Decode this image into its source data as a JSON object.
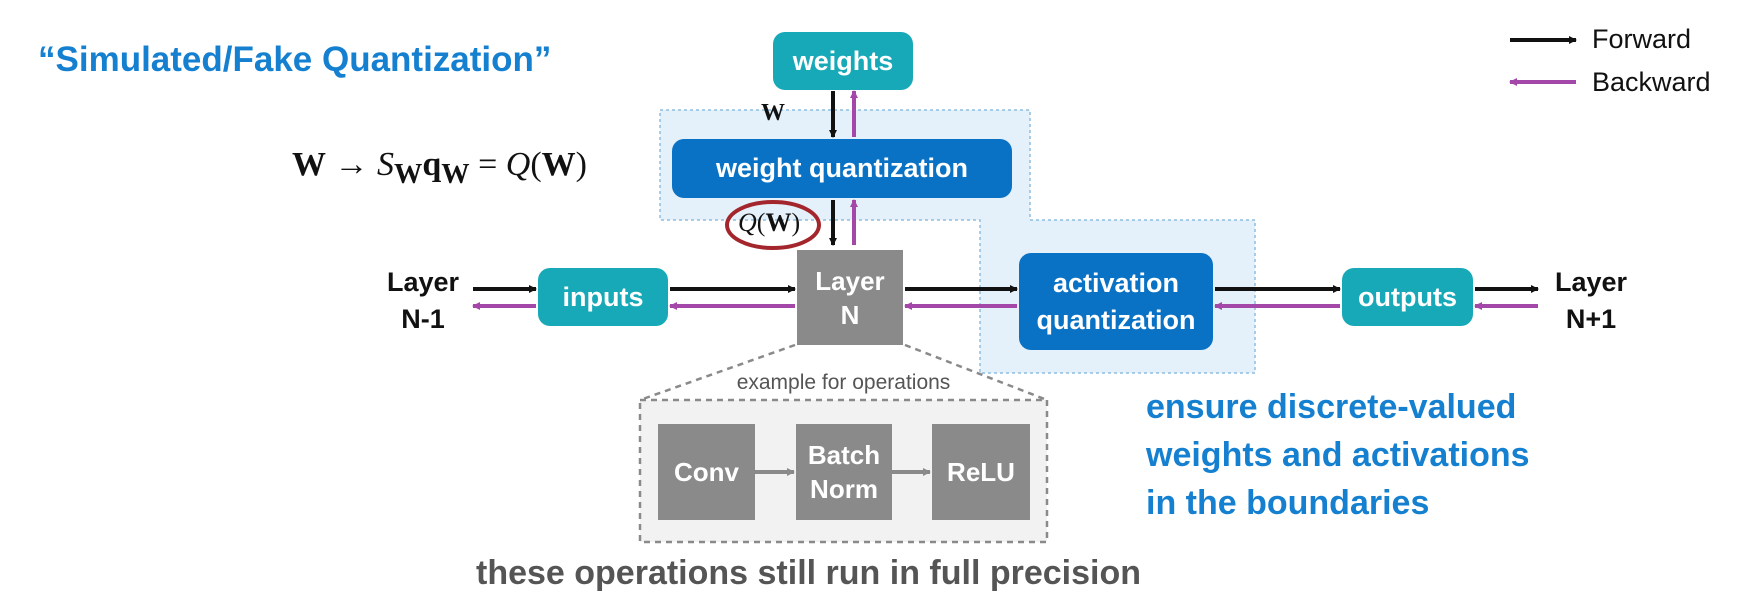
{
  "title": "“Simulated/Fake Quantization”",
  "legend": {
    "forward": "Forward",
    "backward": "Backward"
  },
  "formula": {
    "lhs": "W",
    "arrow": "→",
    "s": "S",
    "s_sub": "W",
    "q": "q",
    "q_sub": "W",
    "eq": "=",
    "q_func": "Q",
    "paren_open": "(",
    "arg": "W",
    "paren_close": ")"
  },
  "w_label": "W",
  "qw_label": {
    "func": "Q",
    "paren_open": "(",
    "arg": "W",
    "paren_close": ")"
  },
  "nodes": {
    "weights": "weights",
    "weight_quantization": "weight quantization",
    "layer_prev": [
      "Layer",
      "N-1"
    ],
    "inputs": "inputs",
    "layer_n": [
      "Layer",
      "N"
    ],
    "activation_quantization": [
      "activation",
      "quantization"
    ],
    "outputs": "outputs",
    "layer_next": [
      "Layer",
      "N+1"
    ]
  },
  "operations": {
    "caption": "example for operations",
    "conv": "Conv",
    "batch_norm": [
      "Batch",
      "Norm"
    ],
    "relu": "ReLU"
  },
  "note": [
    "ensure discrete-valued",
    "weights and activations",
    "in the boundaries"
  ],
  "bottom_text": "these operations still run in full precision",
  "colors": {
    "forward": "#111111",
    "backward": "#a347a8",
    "teal": "#17a9b8",
    "blue": "#0a72c4",
    "gray": "#8a8a8a",
    "highlight_fill": "#e4f0fa",
    "highlight_dash": "#8fbde0",
    "circle": "#a3262c",
    "title": "#1580d0"
  }
}
